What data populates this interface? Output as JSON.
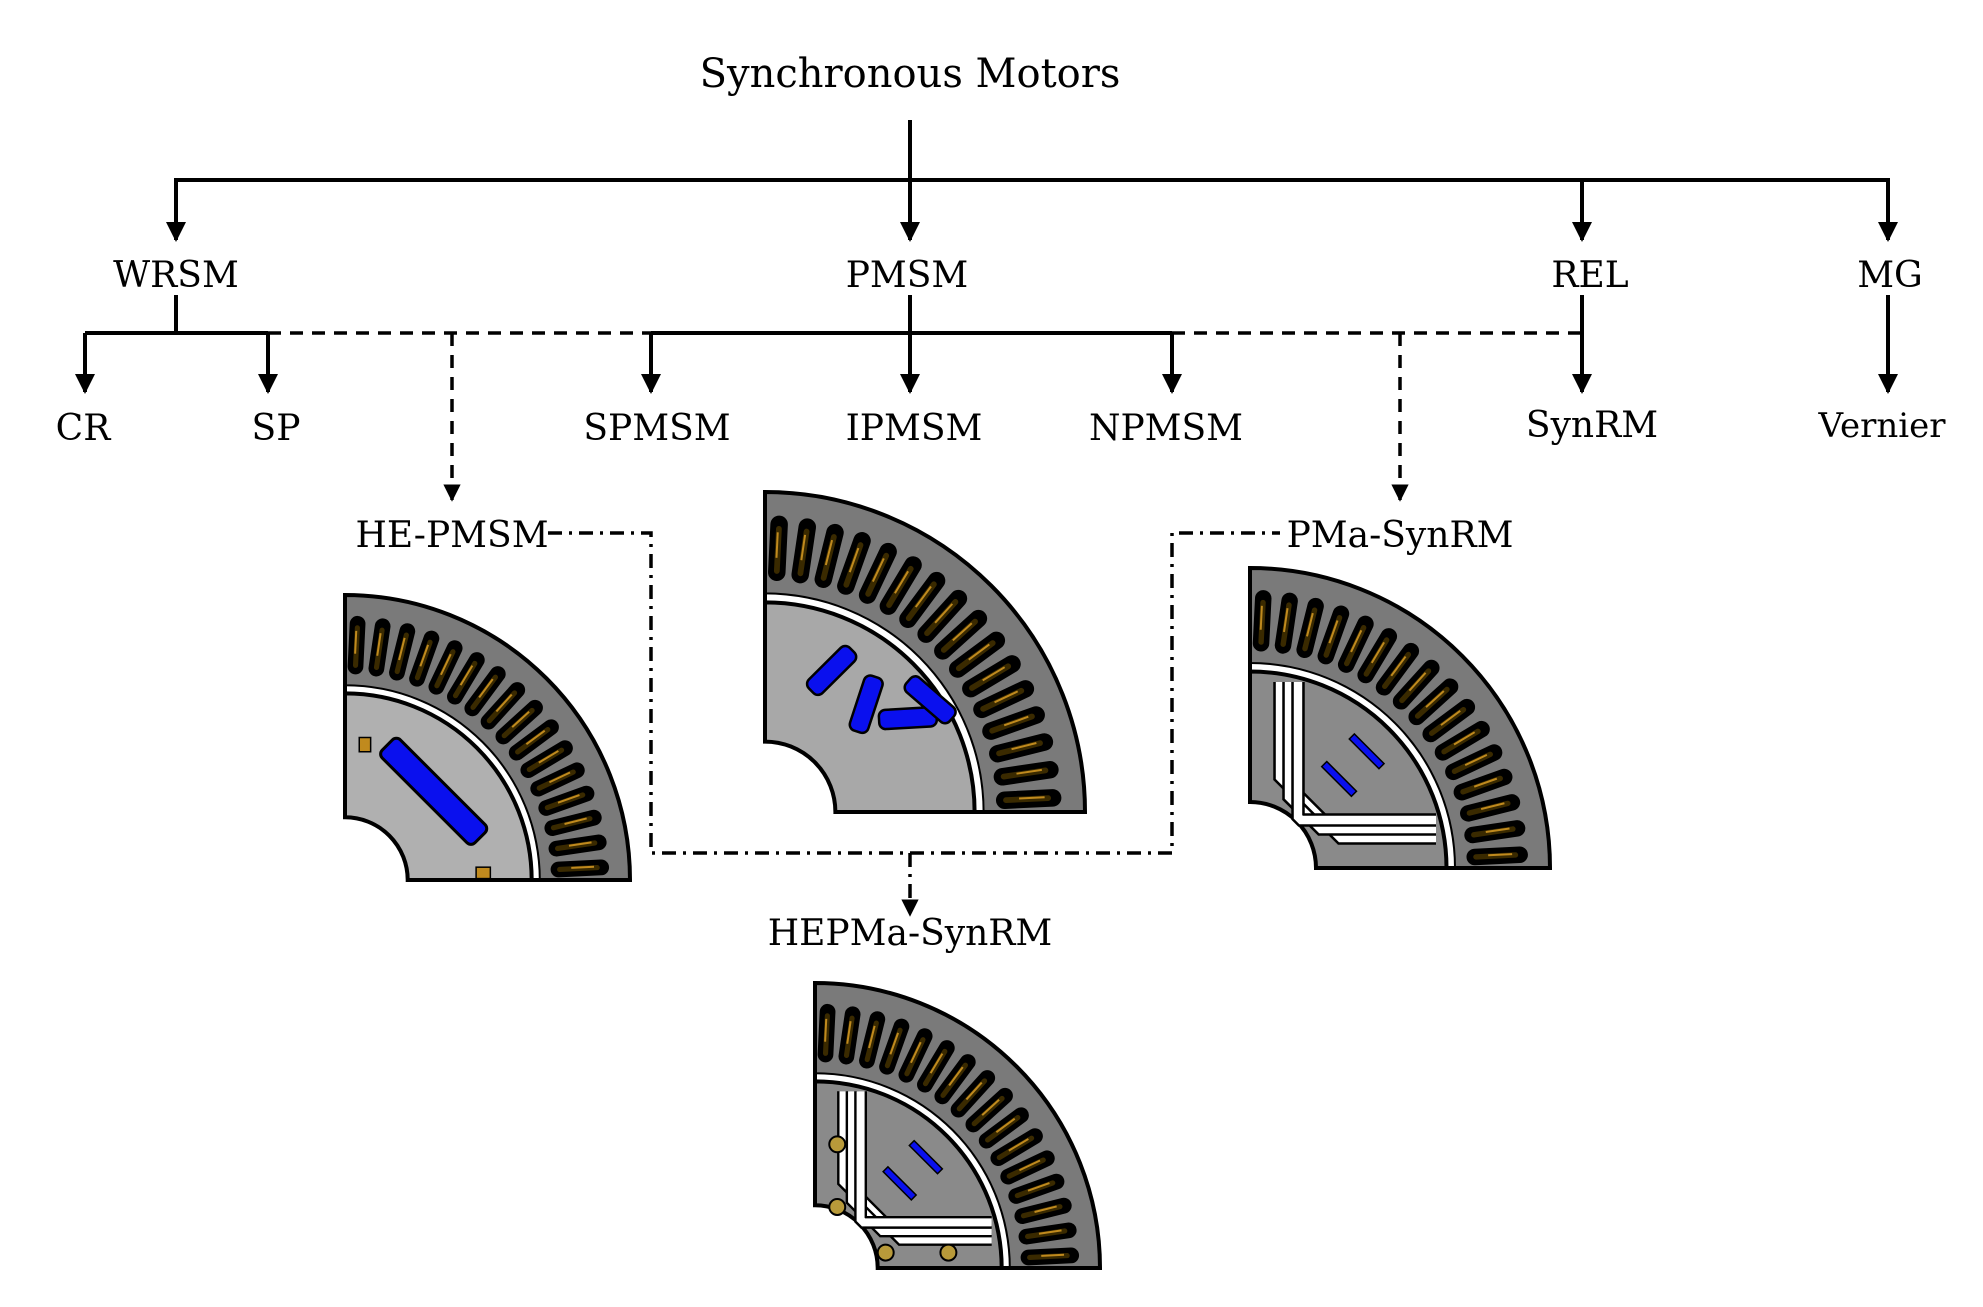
{
  "diagram": {
    "root": "Synchronous Motors",
    "level1": {
      "wrsm": "WRSM",
      "pmsm": "PMSM",
      "rel": "REL",
      "mg": "MG"
    },
    "level2": {
      "cr": "CR",
      "sp": "SP",
      "spmsm": "SPMSM",
      "ipmsm": "IPMSM",
      "npmsm": "NPMSM",
      "synrm": "SynRM",
      "vernier": "Vernier"
    },
    "hybrids": {
      "he_pmsm": "HE-PMSM",
      "pma_synrm": "PMa-SynRM",
      "hepma_synrm": "HEPMa-SynRM"
    }
  },
  "colors": {
    "stator": "#7a7a7a",
    "rotor": "#a8a8a8",
    "magnet": "#0a10ee",
    "winding": "#c08a1e",
    "slot": "#000000",
    "barrier": "#ffffff"
  }
}
